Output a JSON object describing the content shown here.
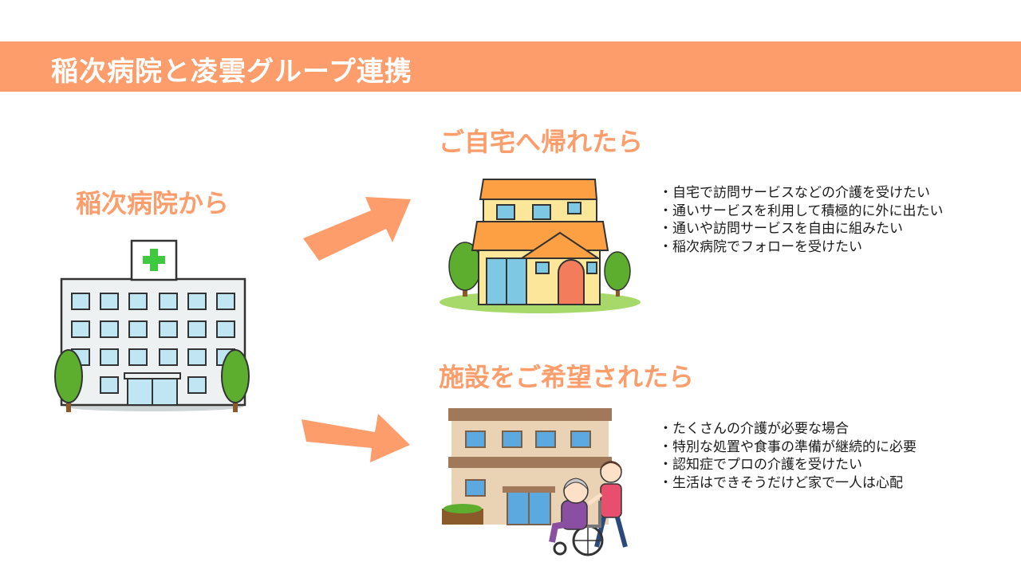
{
  "header": {
    "title": "稲次病院と凌雲グループ連携"
  },
  "left": {
    "label": "稲次病院から"
  },
  "home": {
    "heading": "ご自宅へ帰れたら",
    "bullets": [
      "自宅で訪問サービスなどの介護を受けたい",
      "通いサービスを利用して積極的に外に出たい",
      "通いや訪問サービスを自由に組みたい",
      "稲次病院でフォローを受けたい"
    ]
  },
  "facility": {
    "heading": "施設をご希望されたら",
    "bullets": [
      "たくさんの介護が必要な場合",
      "特別な処置や食事の準備が継続的に必要",
      "認知症でプロの介護を受けたい",
      "生活はできそうだけど家で一人は心配"
    ]
  },
  "colors": {
    "accent": "#FC9D6B",
    "text": "#1a1a1a",
    "tree": "#5DAE2E",
    "cross": "#3EC93E"
  },
  "icons": [
    "hospital-illustration",
    "house-illustration",
    "care-facility-illustration",
    "arrow-right-icon",
    "arrow-right-icon"
  ]
}
